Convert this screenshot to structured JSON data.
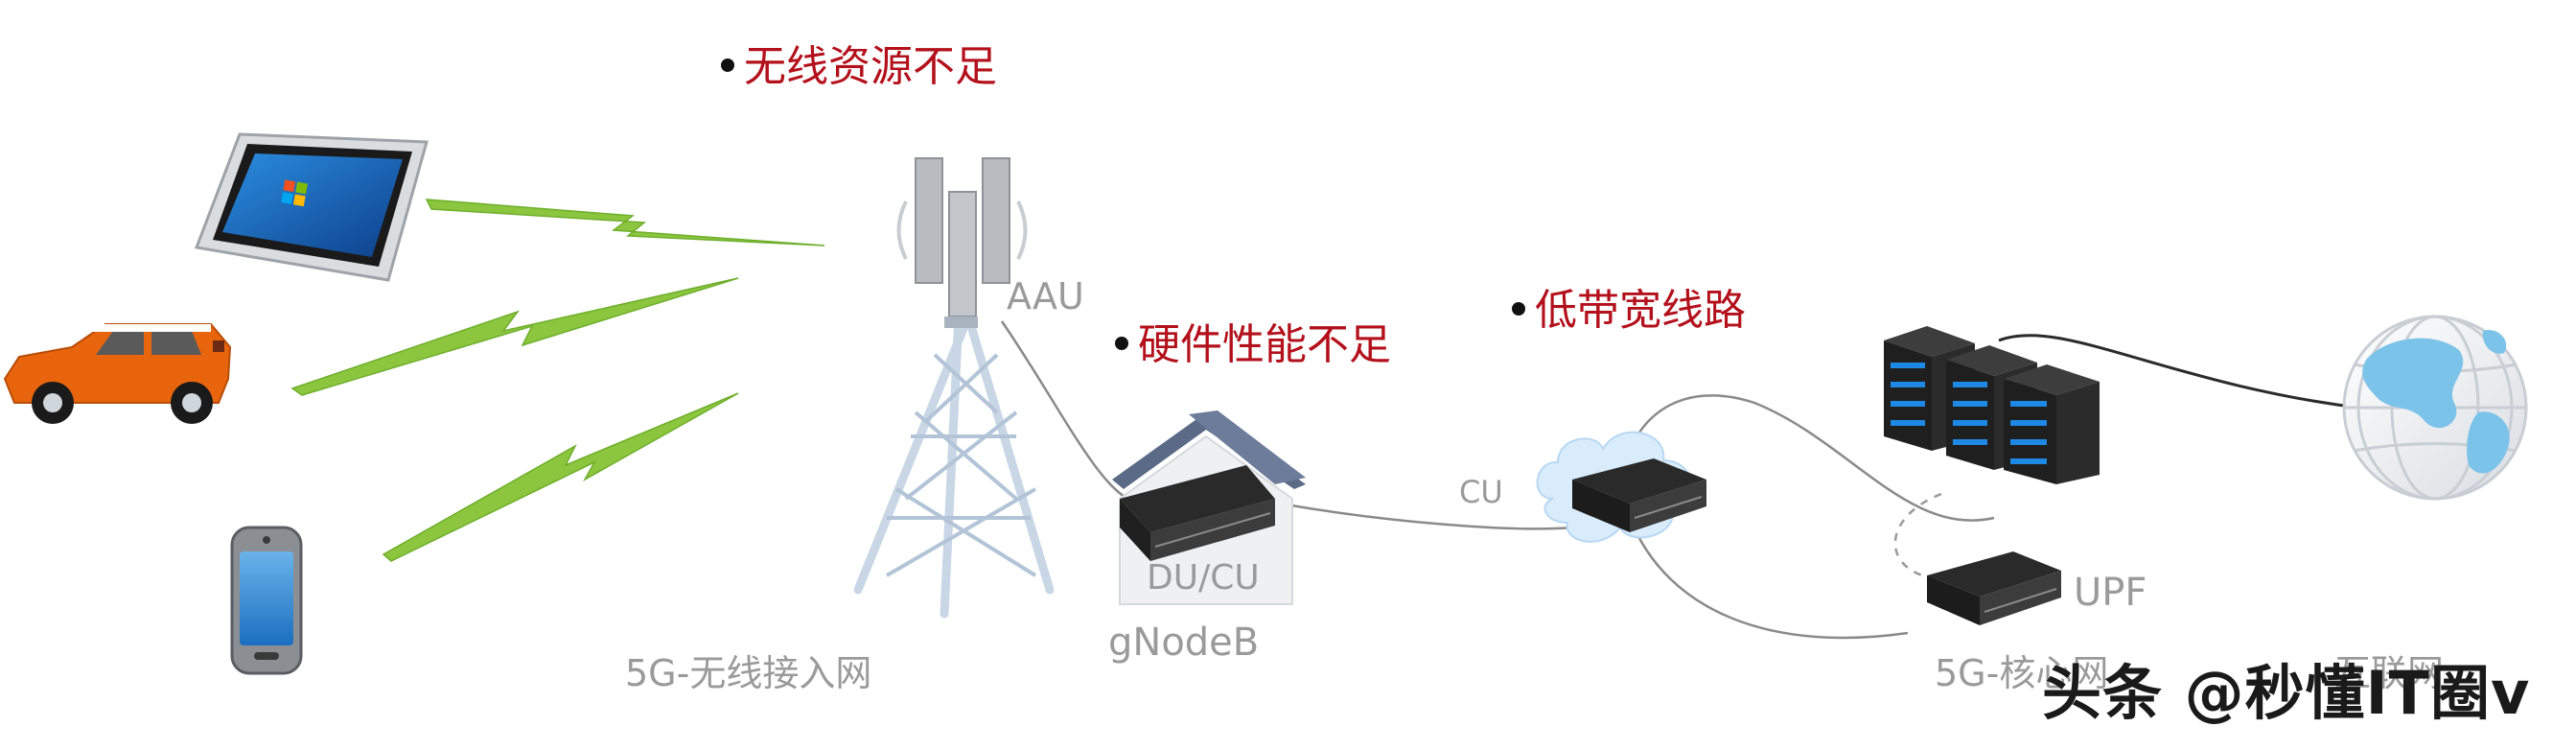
{
  "issues": {
    "wireless": "无线资源不足",
    "hardware": "硬件性能不足",
    "bandwidth": "低带宽线路"
  },
  "labels": {
    "aau": "AAU",
    "ran": "5G-无线接入网",
    "du_cu": "DU/CU",
    "gnodeb": "gNodeB",
    "cu": "CU",
    "upf": "UPF",
    "core": "5G-核心网",
    "internet": "互联网"
  },
  "watermark": "头条 @秒懂IT圈v",
  "colors": {
    "issue_text": "#b3101b",
    "label_gray": "#9a9a9a",
    "lightning": "#8cc63f",
    "globe_land": "#7cc3ea",
    "car_body": "#e8650d",
    "tablet_screen": "#1f74c4",
    "server_dark": "#2d2d2d",
    "server_led": "#1e88e5"
  },
  "icons": [
    "tablet-icon",
    "car-icon",
    "phone-icon",
    "antenna-tower-icon",
    "house-icon",
    "cloud-icon",
    "server-rack-icon",
    "server-icon",
    "globe-icon",
    "lightning-icon"
  ]
}
